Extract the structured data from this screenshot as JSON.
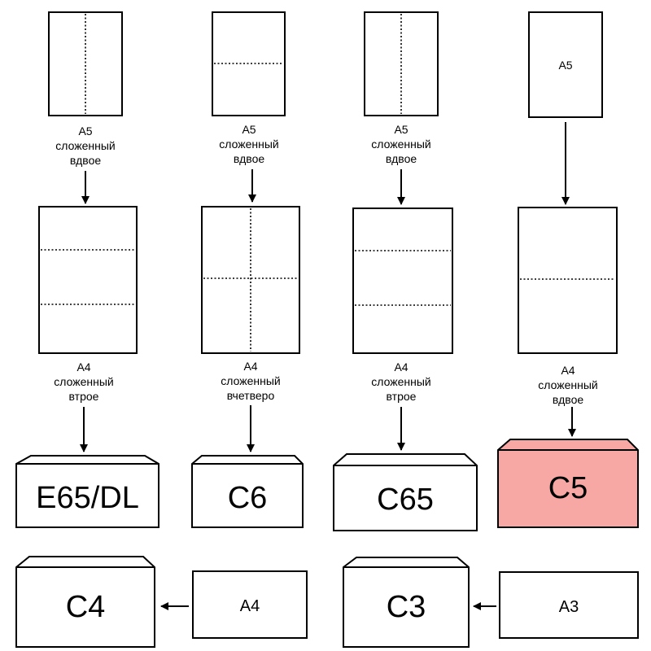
{
  "columns": [
    {
      "sheet_label": "A5",
      "sheet_text": [
        "сложенный",
        "вдвое"
      ],
      "a4_label": "A4",
      "a4_text": [
        "сложенный",
        "втрое"
      ],
      "envelope": "E65/DL"
    },
    {
      "sheet_label": "A5",
      "sheet_text": [
        "сложенный",
        "вдвое"
      ],
      "a4_label": "A4",
      "a4_text": [
        "сложенный",
        "вчетверо"
      ],
      "envelope": "C6"
    },
    {
      "sheet_label": "A5",
      "sheet_text": [
        "сложенный",
        "вдвое"
      ],
      "a4_label": "A4",
      "a4_text": [
        "сложенный",
        "втрое"
      ],
      "envelope": "C65"
    },
    {
      "sheet_label": "A5",
      "a4_label": "A4",
      "a4_text": [
        "сложенный",
        "вдвое"
      ],
      "envelope": "C5"
    }
  ],
  "bottom": [
    {
      "envelope": "C4",
      "sheet": "A4"
    },
    {
      "envelope": "C3",
      "sheet": "A3"
    }
  ],
  "colors": {
    "highlight_envelope": "#f7a8a4",
    "stroke": "#000000"
  }
}
